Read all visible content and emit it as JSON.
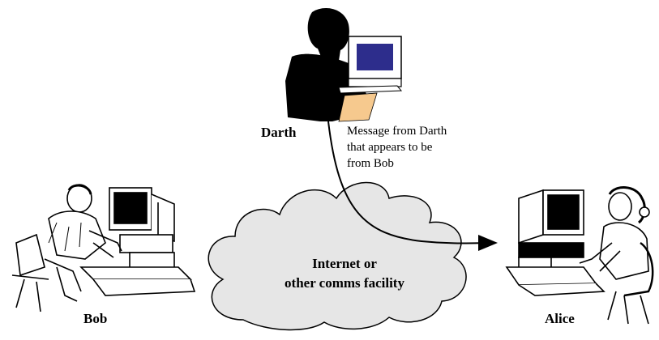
{
  "labels": {
    "darth": "Darth",
    "bob": "Bob",
    "alice": "Alice"
  },
  "message": {
    "line1": "Message from Darth",
    "line2": "that appears to be",
    "line3": "from Bob"
  },
  "cloud": {
    "line1": "Internet or",
    "line2": "other comms facility"
  },
  "colors": {
    "cloud_fill": "#e6e6e6",
    "screen": "#2d2d8c",
    "paper": "#f6c98e"
  }
}
